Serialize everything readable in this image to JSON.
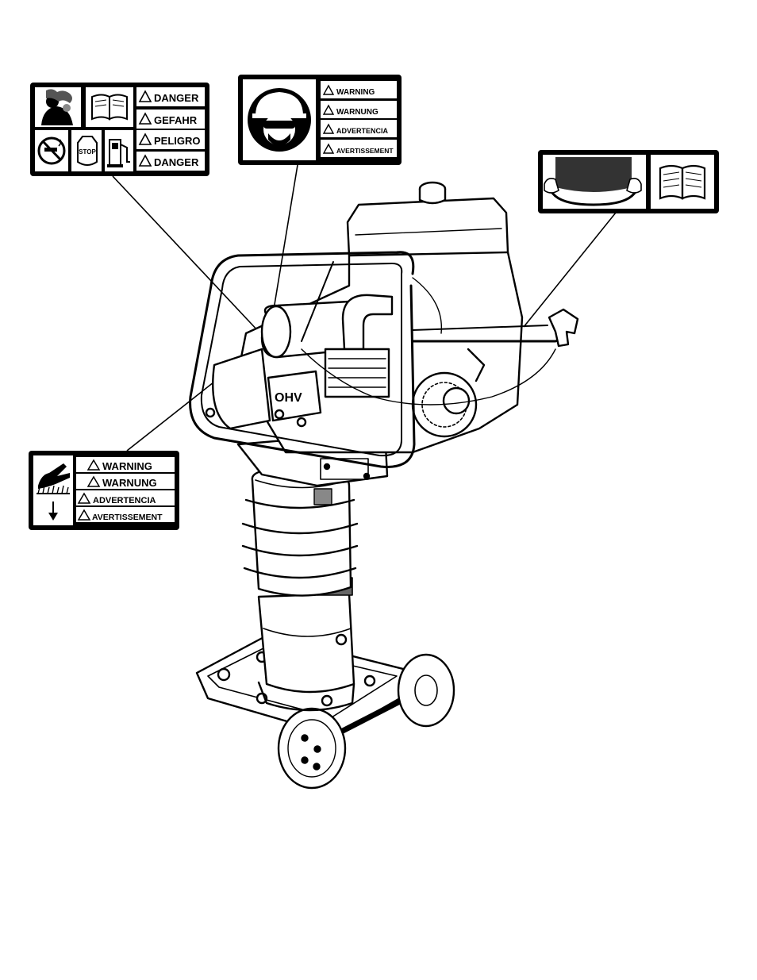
{
  "decals": {
    "danger": {
      "lines": [
        "DANGER",
        "GEFAHR",
        "PELIGRO",
        "DANGER"
      ],
      "stop_text": "STOP",
      "icons": [
        "exhaust-fumes-icon",
        "manual-book-icon",
        "no-smoking-icon",
        "engine-stop-icon",
        "fuel-pump-icon",
        "warning-triangle-icon"
      ]
    },
    "ppe": {
      "lines": [
        "WARNING",
        "WARNUNG",
        "ADVERTENCIA",
        "AVERTISSEMENT"
      ],
      "icons": [
        "hard-hat-goggles-mask-icon",
        "warning-triangle-icon"
      ]
    },
    "lifting": {
      "icons": [
        "two-hand-lift-icon",
        "manual-book-icon"
      ]
    },
    "hand": {
      "lines": [
        "WARNING",
        "WARNUNG",
        "ADVERTENCIA",
        "AVERTISSEMENT"
      ],
      "icons": [
        "hand-crush-icon",
        "down-arrow-icon",
        "warning-triangle-icon"
      ]
    }
  },
  "machine": {
    "engine_mark": "OHV"
  },
  "colors": {
    "ink": "#000000",
    "paper": "#ffffff",
    "shade": "#3a3a3a"
  }
}
